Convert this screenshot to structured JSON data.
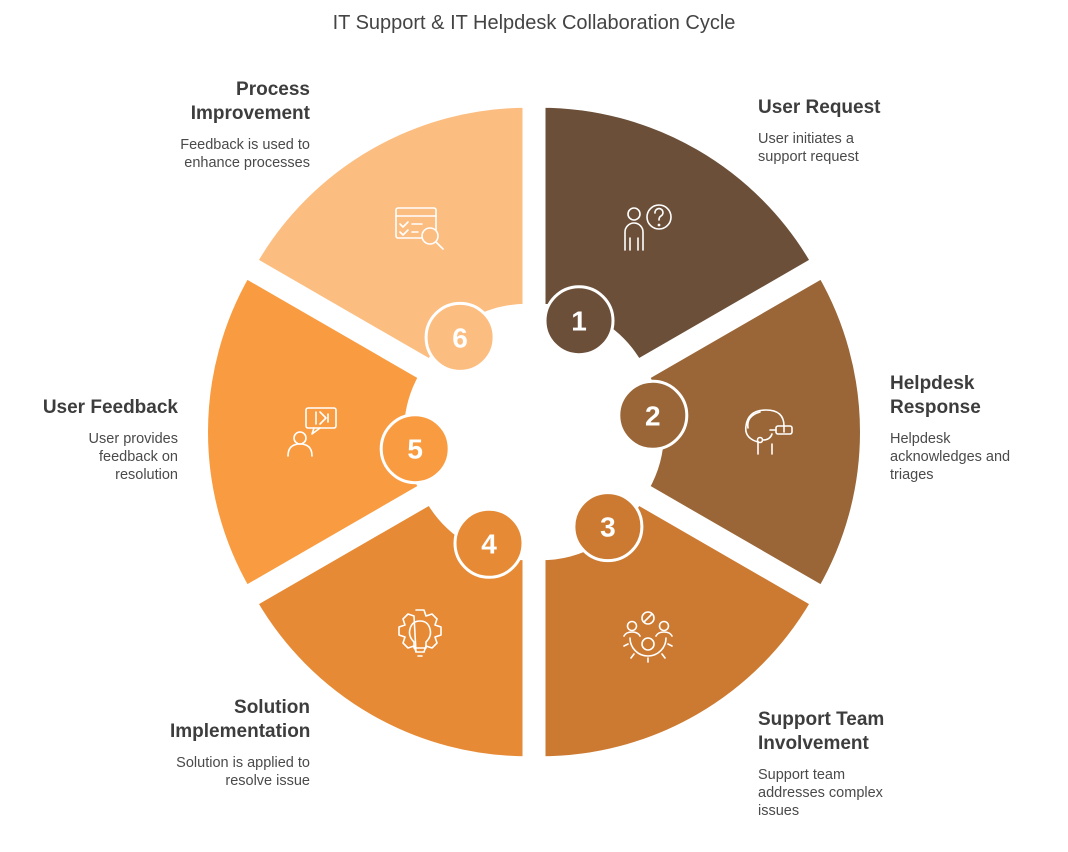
{
  "title": "IT Support & IT Helpdesk Collaboration Cycle",
  "steps": [
    {
      "number": "1",
      "title": "User Request",
      "description": "User initiates a support request",
      "color": "#6b4f39",
      "icon": "user-question-icon"
    },
    {
      "number": "2",
      "title": "Helpdesk Response",
      "description": "Helpdesk acknowledges and triages",
      "color": "#9a6637",
      "icon": "headset-agent-icon"
    },
    {
      "number": "3",
      "title": "Support Team Involvement",
      "description": "Support team addresses complex issues",
      "color": "#cc7a31",
      "icon": "team-gear-icon"
    },
    {
      "number": "4",
      "title": "Solution Implementation",
      "description": "Solution is applied to resolve issue",
      "color": "#e68a35",
      "icon": "gear-bulb-icon"
    },
    {
      "number": "5",
      "title": "User Feedback",
      "description": "User provides feedback on resolution",
      "color": "#f99c41",
      "icon": "user-feedback-icon"
    },
    {
      "number": "6",
      "title": "Process Improvement",
      "description": "Feedback is used to enhance processes",
      "color": "#fcbd80",
      "icon": "checklist-search-icon"
    }
  ]
}
